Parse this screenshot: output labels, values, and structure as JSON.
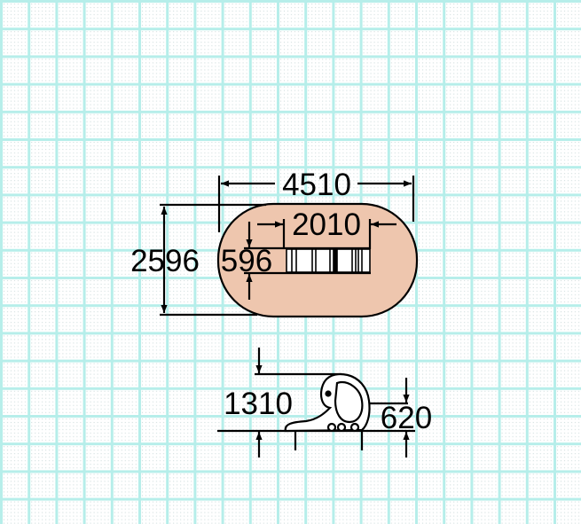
{
  "colors": {
    "grid": "#b6eeea",
    "shape_fill": "#eec6ae",
    "ink": "#000000"
  },
  "top_view": {
    "overall_length": "4510",
    "overall_width": "2596",
    "element_length": "2010",
    "element_width": "596"
  },
  "side_view": {
    "total_height": "1310",
    "seat_height": "620"
  }
}
